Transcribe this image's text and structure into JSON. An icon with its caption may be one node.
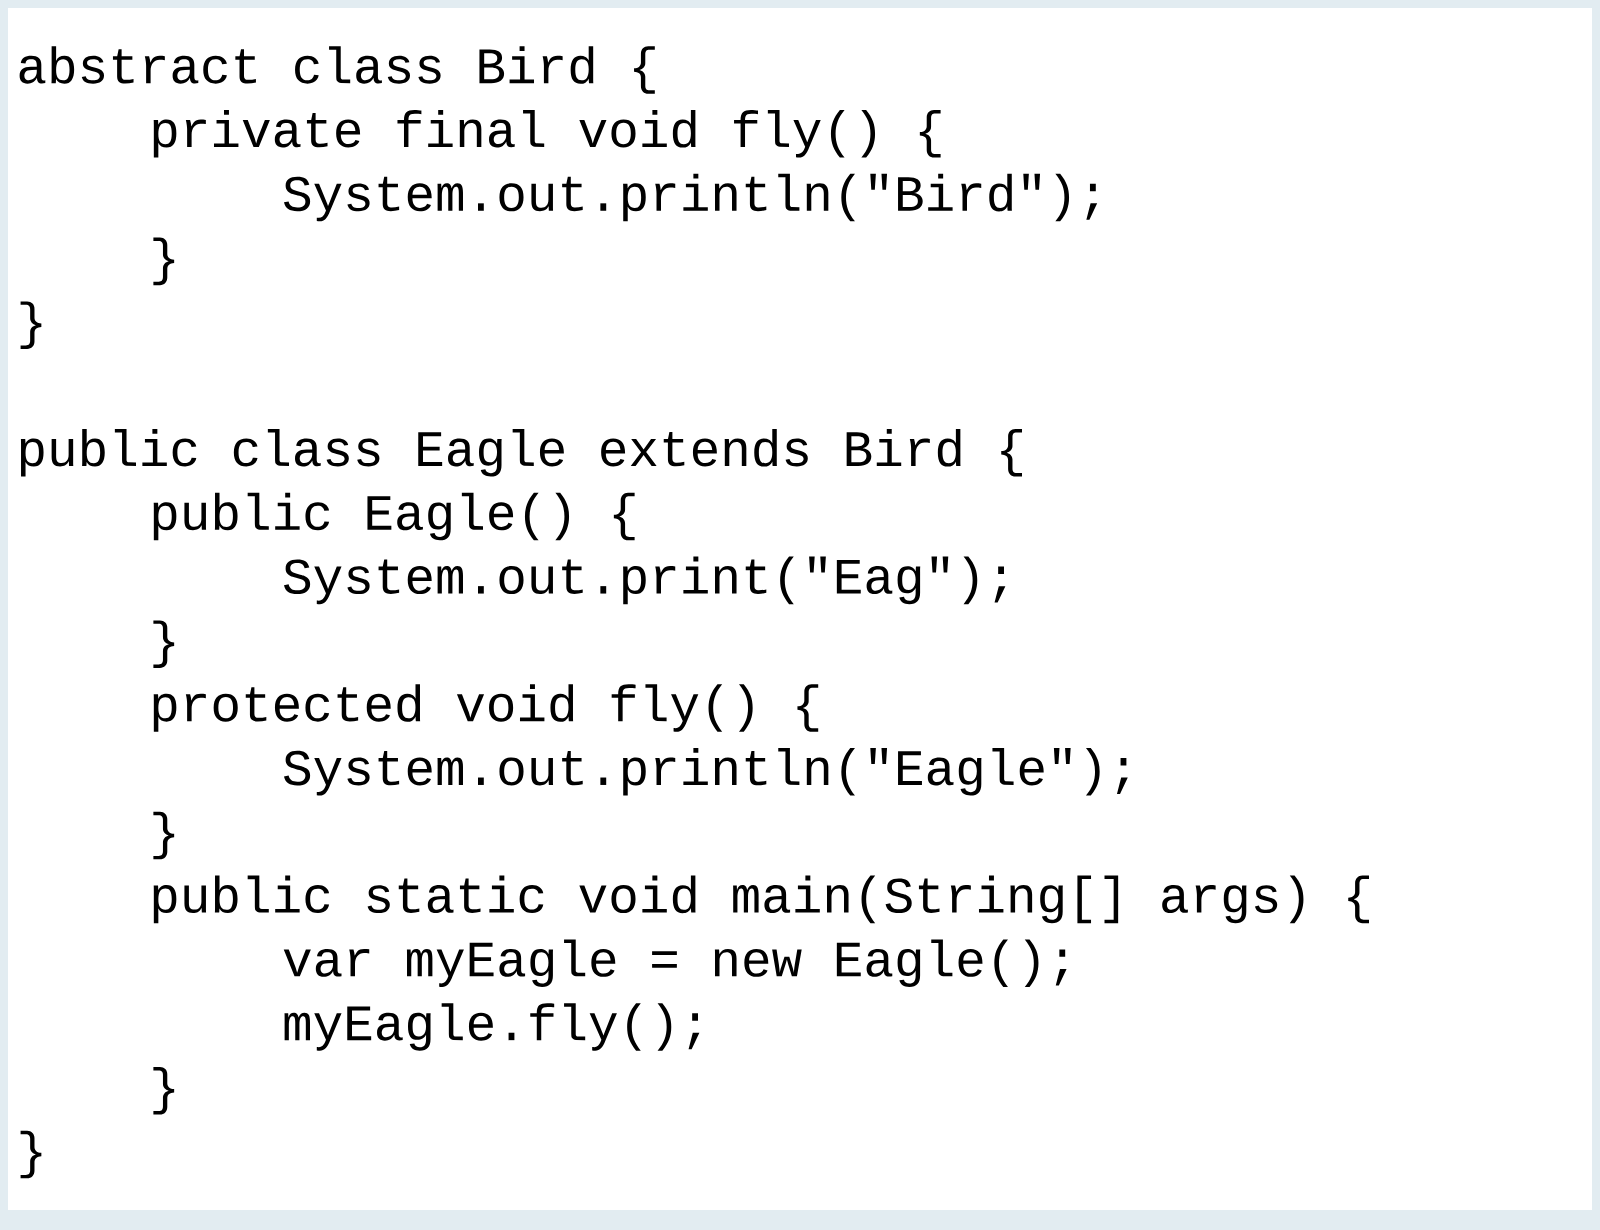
{
  "diagram": {
    "labels": [
      "abstract class Bird {",
      "private final void fly() {",
      "System.out.println(\"Bird\");",
      "}",
      "}",
      "public class Eagle extends Bird {",
      "public Eagle() {",
      "System.out.print(\"Eag\");",
      "}",
      "protected void fly() {",
      "System.out.println(\"Eagle\");",
      "}",
      "public static void main(String[] args) {",
      "var myEagle = new Eagle();",
      "myEagle.fly();",
      "}",
      "}"
    ]
  }
}
